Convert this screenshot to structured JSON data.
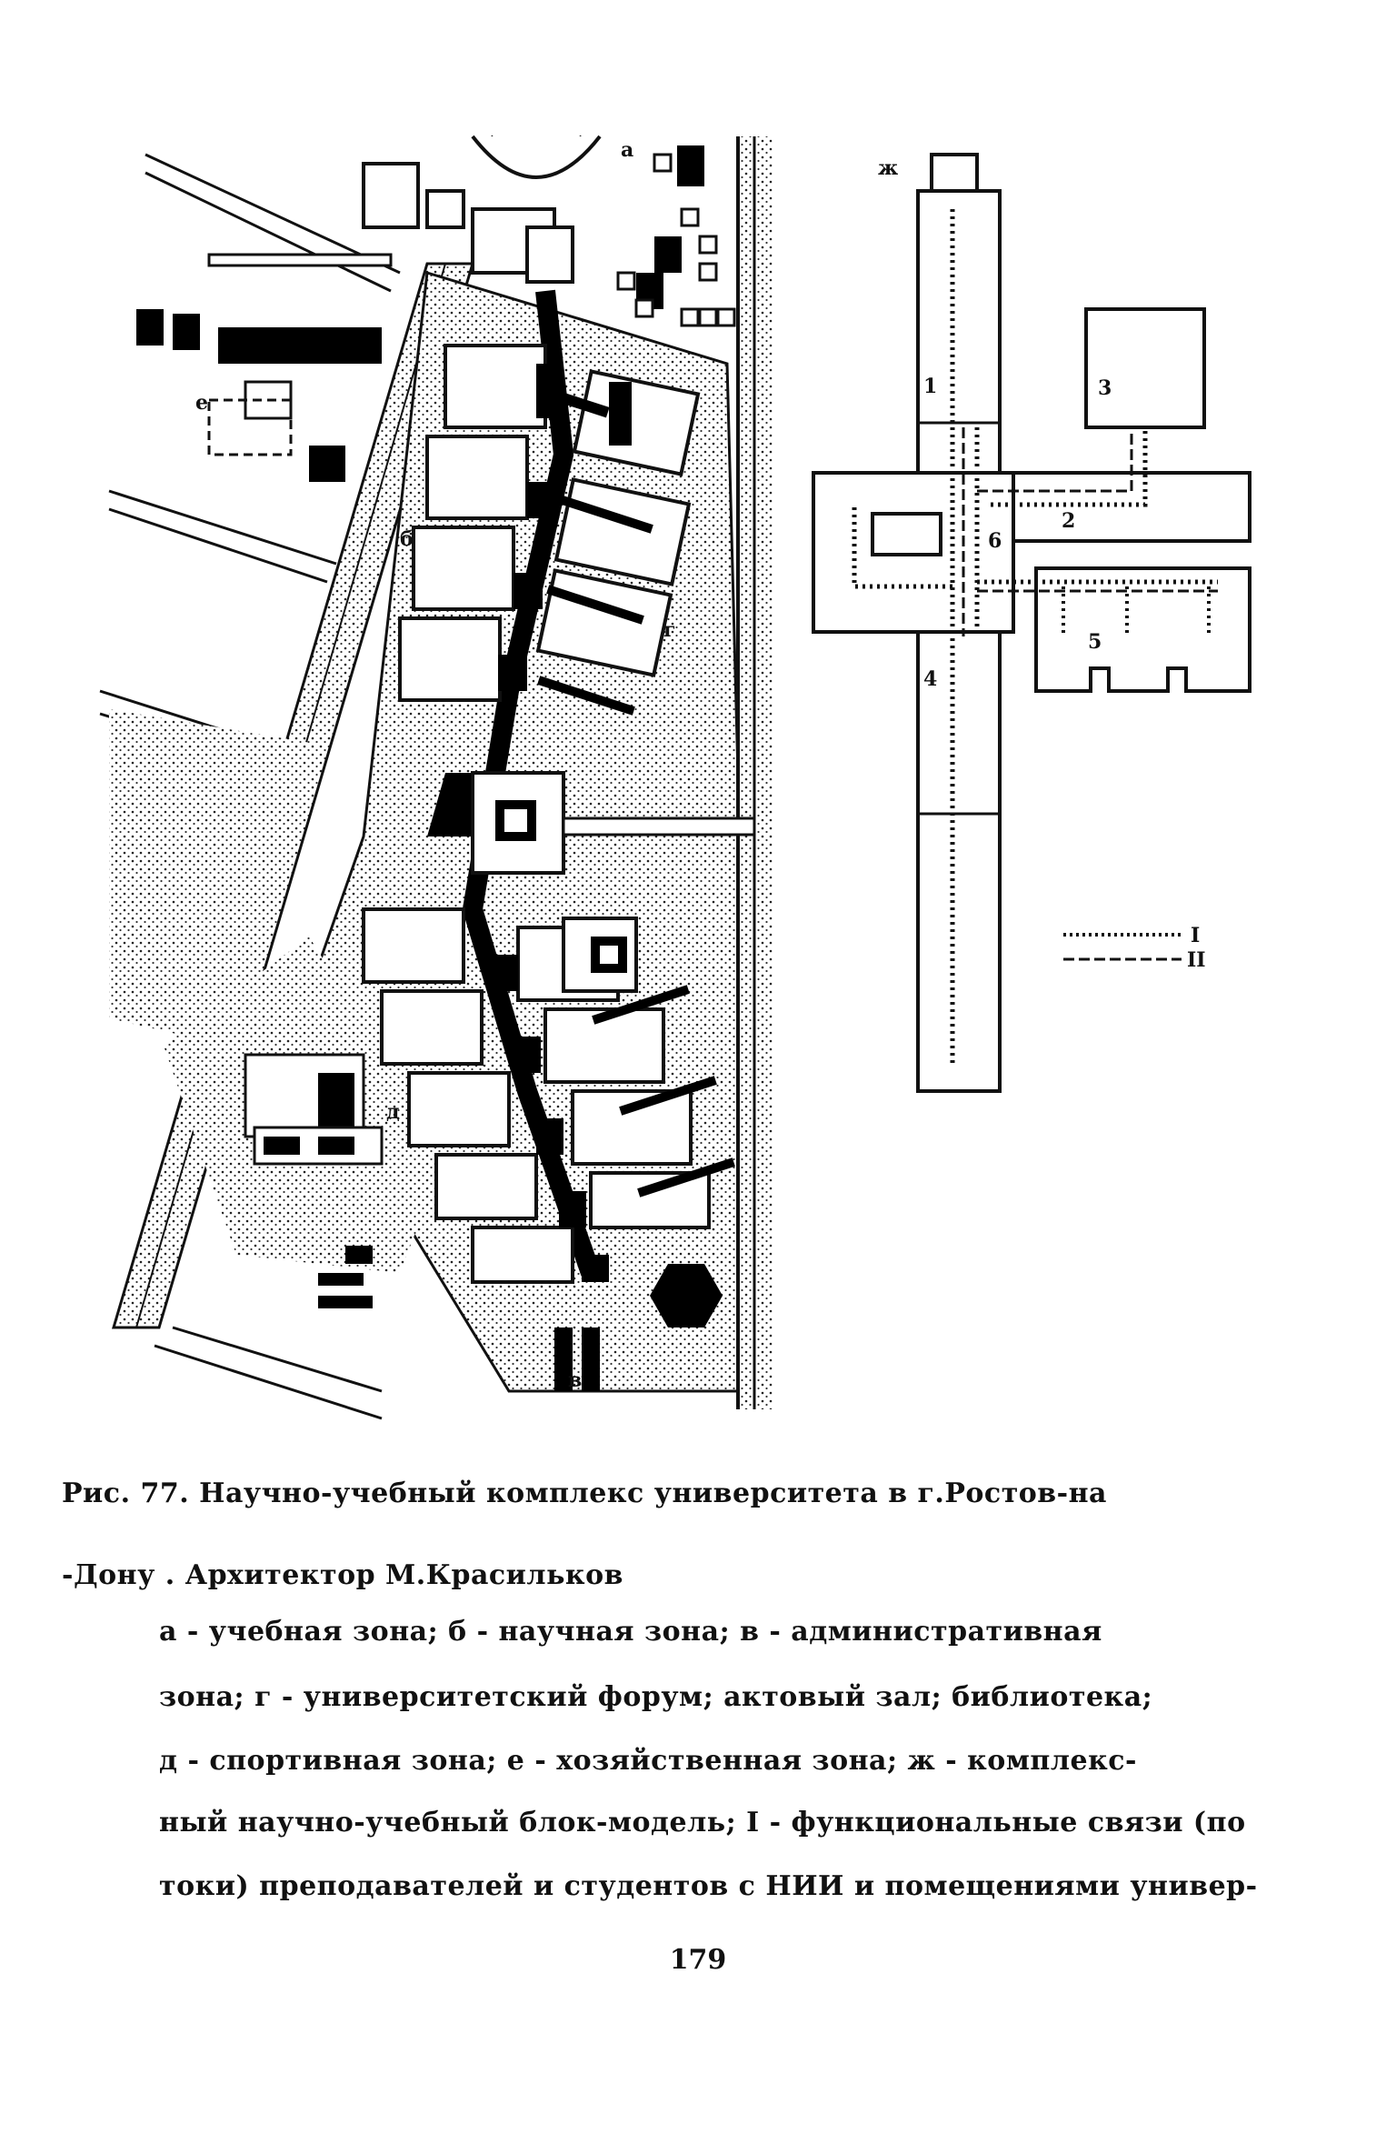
{
  "figure": {
    "plan_labels": {
      "a": "а",
      "b": "б",
      "v": "в",
      "g": "г",
      "d": "д",
      "e": "е"
    },
    "diagram_labels": {
      "zh": "ж",
      "n1": "1",
      "n2": "2",
      "n3": "3",
      "n4": "4",
      "n5": "5",
      "n6": "6"
    },
    "legend": [
      {
        "style": "dotted",
        "label": "I"
      },
      {
        "style": "dashed",
        "label": "II"
      }
    ]
  },
  "caption": {
    "line1": "Рис. 77. Научно-учебный комплекс университета в г.Ростов-на",
    "line2": "-Дону . Архитектор М.Красильков",
    "line3": "а - учебная зона; б - научная зона; в - административная",
    "line4": "зона; г - университетский форум; актовый зал; библиотека;",
    "line5": "д - спортивная зона; е - хозяйственная зона; ж - комплекс-",
    "line6": "ный научно-учебный блок-модель; I - функциональные связи (по",
    "line7": "токи) преподавателей и студентов с НИИ и помещениями универ-"
  },
  "page_number": "179"
}
